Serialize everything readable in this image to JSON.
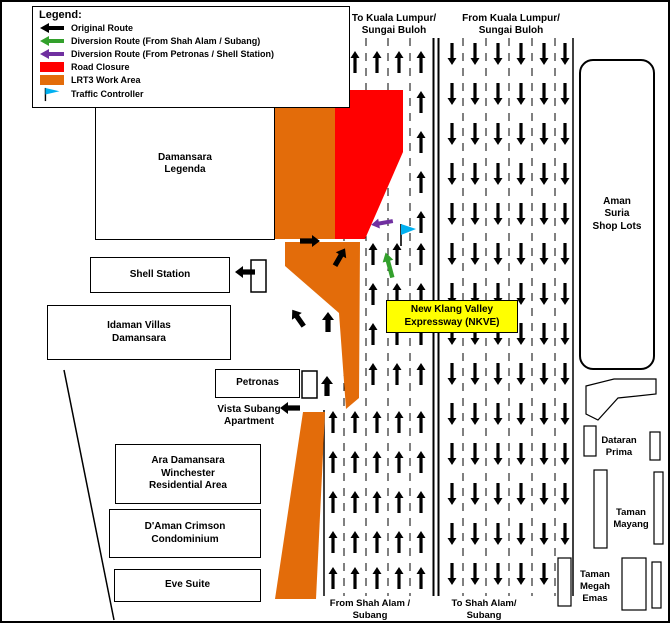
{
  "legend": {
    "title": "Legend:",
    "items": [
      {
        "label": "Original Route",
        "color": "#000000"
      },
      {
        "label": "Diversion Route (From Shah Alam / Subang)",
        "color": "#33a02c"
      },
      {
        "label": "Diversion Route (From Petronas / Shell Station)",
        "color": "#7030a0"
      },
      {
        "label": "Road Closure",
        "color": "#ff0000"
      },
      {
        "label": "LRT3 Work Area",
        "color": "#e36c0a"
      },
      {
        "label": "Traffic Controller",
        "color": "#00b0f0"
      }
    ]
  },
  "colors": {
    "original_route": "#000000",
    "diversion_green": "#33a02c",
    "diversion_purple": "#7030a0",
    "road_closure": "#ff0000",
    "lrt3_work_area": "#e36c0a",
    "traffic_controller_blue": "#00b0f0",
    "nkve_highlight": "#ffff00"
  },
  "road_labels": {
    "to_kl": "To Kuala Lumpur/\nSungai Buloh",
    "from_kl": "From Kuala Lumpur/\nSungai Buloh",
    "from_shah_alam": "From Shah Alam /\nSubang",
    "to_shah_alam": "To Shah Alam/\nSubang",
    "nkve": "New Klang Valley\nExpressway (NKVE)"
  },
  "places": {
    "damansara_legenda": "Damansara\nLegenda",
    "shell_station": "Shell Station",
    "idaman_villas": "Idaman Villas\nDamansara",
    "petronas": "Petronas",
    "vista_subang": "Vista Subang\nApartment",
    "ara_damansara": "Ara Damansara\nWinchester\nResidential Area",
    "daman_crimson": "D'Aman Crimson\nCondominium",
    "eve_suite": "Eve Suite",
    "aman_suria": "Aman\nSuria\nShop Lots",
    "dataran_prima": "Dataran\nPrima",
    "taman_mayang": "Taman\nMayang",
    "taman_megah_emas": "Taman\nMegah\nEmas"
  },
  "traffic_flow": {
    "left_carriageway_direction": "up",
    "right_carriageway_direction": "down"
  }
}
